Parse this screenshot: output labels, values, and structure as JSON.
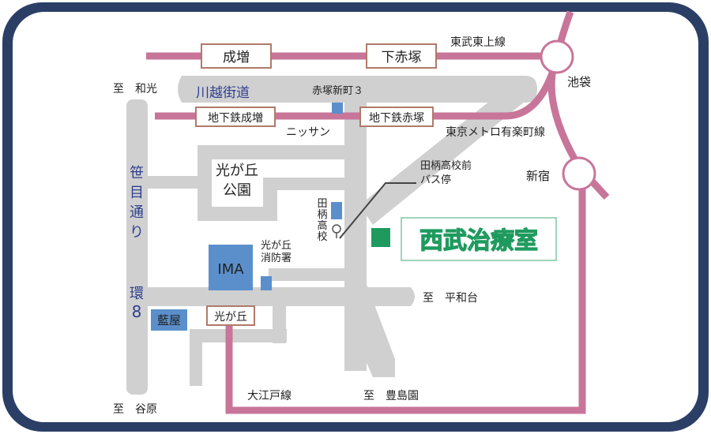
{
  "map": {
    "stations": {
      "narimasu": "成増",
      "shimoakatsuka": "下赤塚",
      "chikatetsu_narimasu": "地下鉄成増",
      "chikatetsu_akatsuka": "地下鉄赤塚",
      "ikebukuro": "池袋",
      "shinjuku": "新宿",
      "hikarigaoka": "光が丘"
    },
    "lines": {
      "tobu_tojo": "東武東上線",
      "metro_yurakucho": "東京メトロ有楽町線",
      "oedo": "大江戸線"
    },
    "roads": {
      "kawagoe_kaido": "川越街道",
      "sasame_dori": "笹目通り",
      "kan8_word": "環",
      "kan8_num": "8"
    },
    "destinations": {
      "wako": "至　和光",
      "yahara": "至　谷原",
      "heiwadai": "至　平和台",
      "toshimaen": "至　豊島園"
    },
    "places": {
      "akatsuka_shinmachi": "赤塚新町３",
      "nissan": "ニッサン",
      "park_line1": "光が丘",
      "park_line2": "公園",
      "busstop_line1": "田柄高校前",
      "busstop_line2": "バス停",
      "school": [
        "田",
        "柄",
        "高",
        "校"
      ],
      "firestation_line1": "光が丘",
      "firestation_line2": "消防署",
      "ima": "IMA",
      "aiya": "藍屋",
      "clinic": "西武治療室"
    },
    "colors": {
      "frame": "#2b3f66",
      "road": "#d0d0d0",
      "rail": "#c8759a",
      "building": "#5b8fcc",
      "clinic": "#1f9a5e",
      "clinic_text": "#1f9a5e",
      "road_name_text": "#2e3f8e",
      "station_box_border": "#b07a6a"
    }
  }
}
